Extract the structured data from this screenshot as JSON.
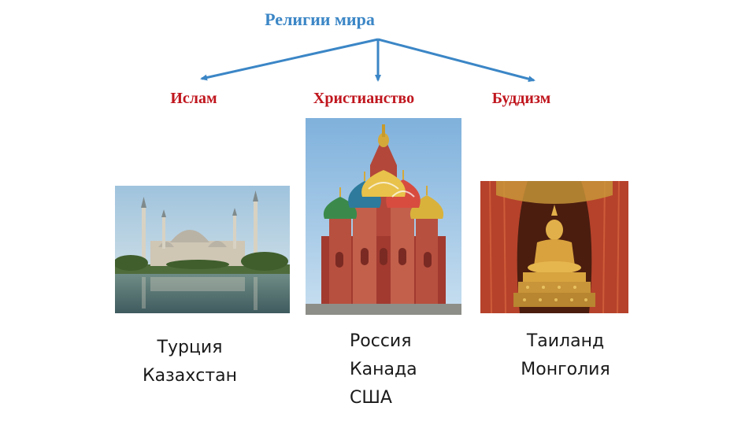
{
  "title": "Религии мира",
  "colors": {
    "title": "#3b86c6",
    "religion": "#c0161e",
    "arrow": "#3b86c6"
  },
  "religions": [
    {
      "name": "Ислам",
      "image": "mosque-photo",
      "countries": [
        "Турция",
        "Казахстан"
      ]
    },
    {
      "name": "Христианство",
      "image": "cathedral-photo",
      "countries": [
        "Россия",
        "Канада",
        "США"
      ]
    },
    {
      "name": "Буддизм",
      "image": "buddha-temple-photo",
      "countries": [
        "Таиланд",
        "Монголия"
      ]
    }
  ]
}
